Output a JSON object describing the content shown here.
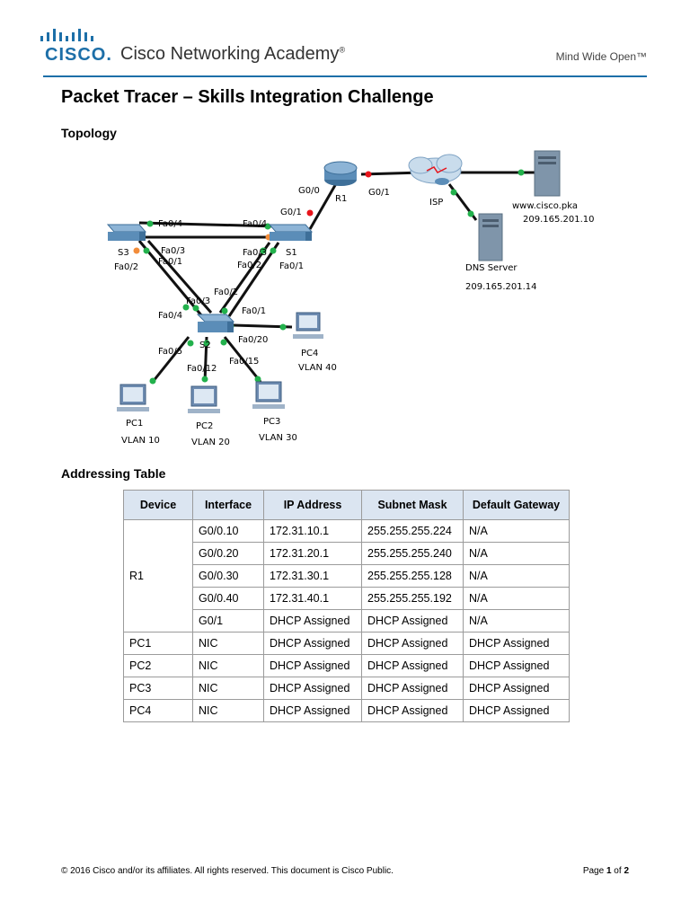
{
  "header": {
    "brand_word": "CISCO.",
    "brand_name": "Cisco Networking Academy",
    "brand_mark": "®",
    "tagline": "Mind Wide Open™"
  },
  "document": {
    "title": "Packet Tracer – Skills Integration Challenge",
    "topology_heading": "Topology",
    "addressing_heading": "Addressing Table"
  },
  "topology": {
    "devices": {
      "r1": "R1",
      "isp": "ISP",
      "s1": "S1",
      "s2": "S2",
      "s3": "S3",
      "pc1": "PC1",
      "pc2": "PC2",
      "pc3": "PC3",
      "pc4": "PC4",
      "web_server": "www.cisco.pka",
      "web_server_ip": "209.165.201.10",
      "dns_server": "DNS Server",
      "dns_server_ip": "209.165.201.14"
    },
    "vlans": {
      "pc1": "VLAN 10",
      "pc2": "VLAN 20",
      "pc3": "VLAN 30",
      "pc4": "VLAN 40"
    },
    "ports": {
      "r1_g00": "G0/0",
      "r1_g01": "G0/1",
      "s1_g01": "G0/1",
      "s1_fa04": "Fa0/4",
      "s1_fa03": "Fa0/3",
      "s1_fa02": "Fa0/2",
      "s1_fa01": "Fa0/1",
      "s3_fa04": "Fa0/4",
      "s3_fa03": "Fa0/3",
      "s3_fa02": "Fa0/2",
      "s3_fa01": "Fa0/1",
      "s2_fa03": "Fa0/3",
      "s2_fa04": "Fa0/4",
      "s2_fa02": "Fa0/2",
      "s2_fa01": "Fa0/1",
      "s2_fa020": "Fa0/20",
      "s2_fa05": "Fa0/5",
      "s2_fa012": "Fa0/12",
      "s2_fa015": "Fa0/15"
    },
    "colors": {
      "link_up": "#22b14c",
      "link_down": "#e8141b",
      "link_blocking": "#f28c3a",
      "device": "#5b8db8"
    }
  },
  "table": {
    "headers": [
      "Device",
      "Interface",
      "IP Address",
      "Subnet Mask",
      "Default Gateway"
    ],
    "r1_device": "R1",
    "r1_rows": [
      [
        "G0/0.10",
        "172.31.10.1",
        "255.255.255.224",
        "N/A"
      ],
      [
        "G0/0.20",
        "172.31.20.1",
        "255.255.255.240",
        "N/A"
      ],
      [
        "G0/0.30",
        "172.31.30.1",
        "255.255.255.128",
        "N/A"
      ],
      [
        "G0/0.40",
        "172.31.40.1",
        "255.255.255.192",
        "N/A"
      ],
      [
        "G0/1",
        "DHCP Assigned",
        "DHCP Assigned",
        "N/A"
      ]
    ],
    "pc_rows": [
      [
        "PC1",
        "NIC",
        "DHCP Assigned",
        "DHCP Assigned",
        "DHCP Assigned"
      ],
      [
        "PC2",
        "NIC",
        "DHCP Assigned",
        "DHCP Assigned",
        "DHCP Assigned"
      ],
      [
        "PC3",
        "NIC",
        "DHCP Assigned",
        "DHCP Assigned",
        "DHCP Assigned"
      ],
      [
        "PC4",
        "NIC",
        "DHCP Assigned",
        "DHCP Assigned",
        "DHCP Assigned"
      ]
    ],
    "header_bg": "#dbe5f1"
  },
  "footer": {
    "copyright": "© 2016 Cisco and/or its affiliates. All rights reserved. This document is Cisco Public.",
    "page_prefix": "Page ",
    "page_current": "1",
    "page_of": " of ",
    "page_total": "2"
  }
}
